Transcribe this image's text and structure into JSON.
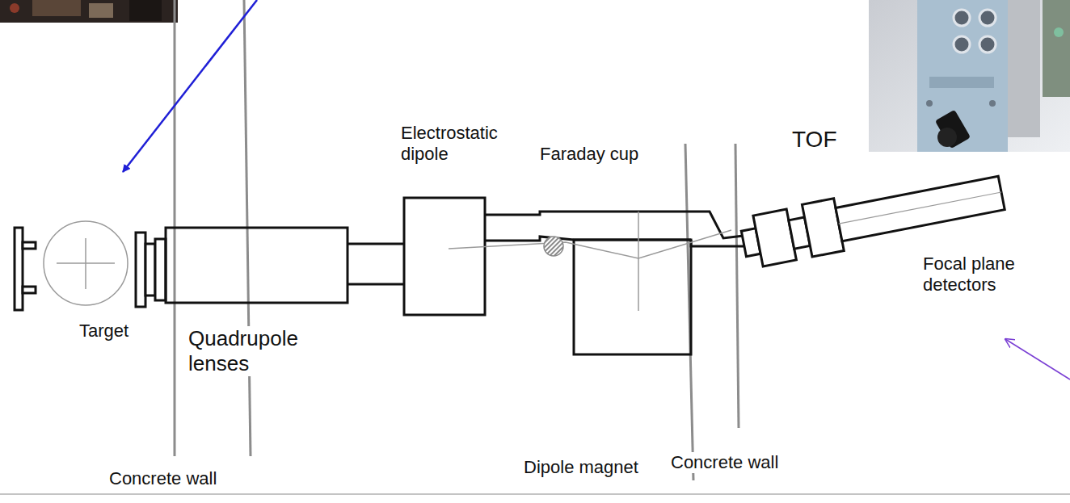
{
  "diagram": {
    "labels": [
      "Electrostatic dipole",
      "Faraday cup",
      "TOF",
      "Focal plane detectors",
      "Target",
      "Quadrupole lenses",
      "Dipole magnet",
      "Concrete wall",
      "Concrete wall"
    ]
  }
}
